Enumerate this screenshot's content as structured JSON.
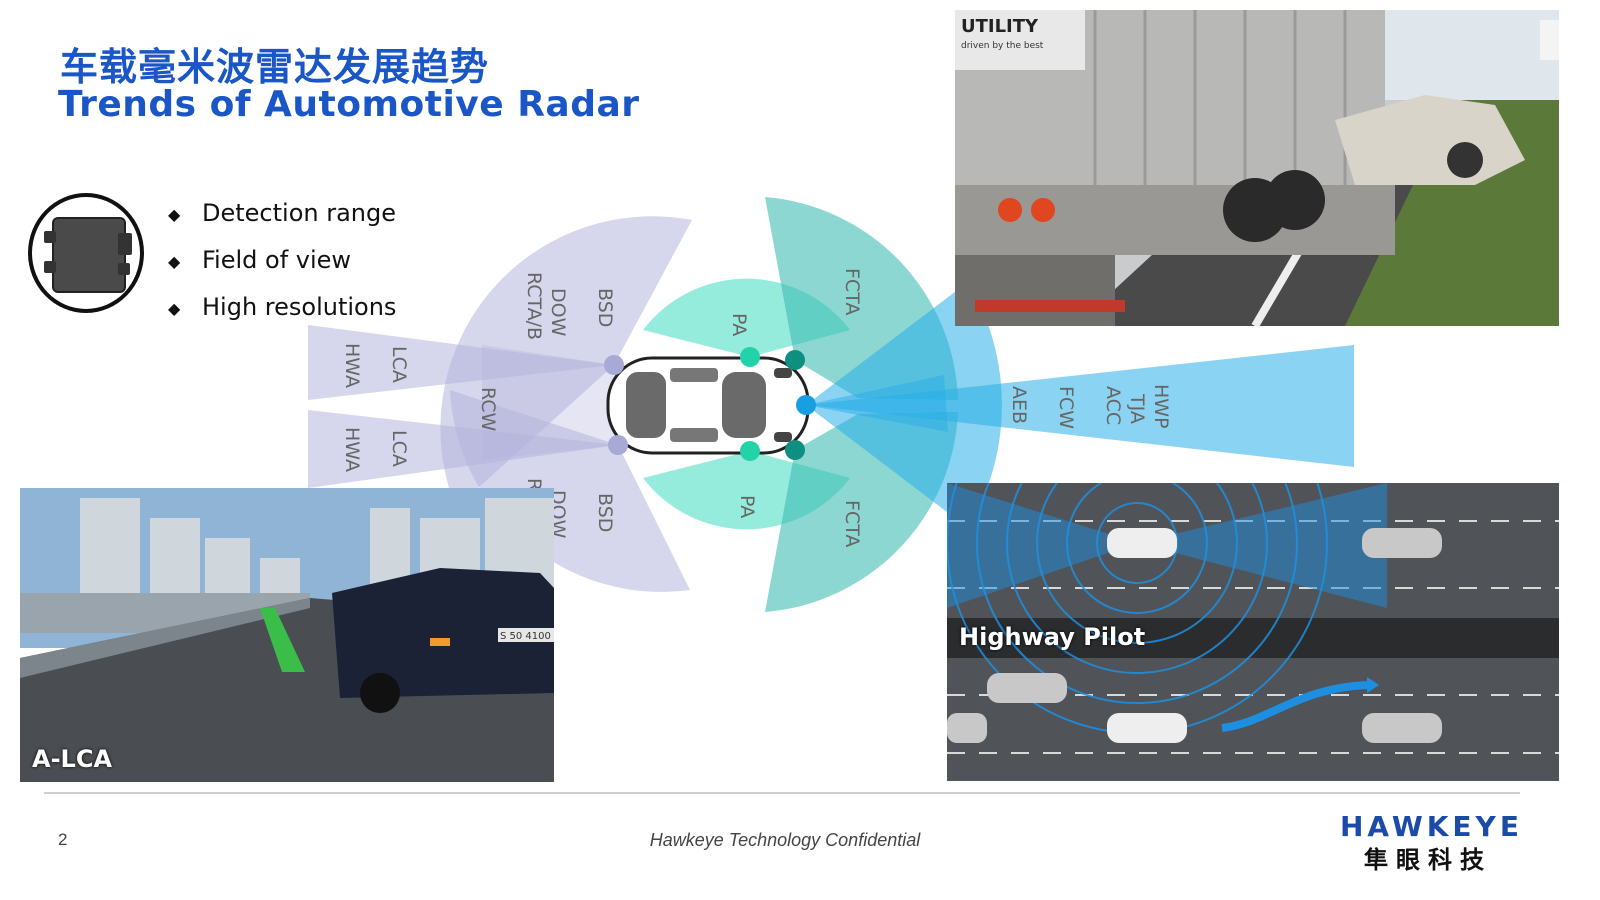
{
  "title": {
    "cn": "车载毫米波雷达发展趋势",
    "en": "Trends of Automotive Radar"
  },
  "bullets": [
    {
      "text": "Detection range"
    },
    {
      "text": "Field of view"
    },
    {
      "text": "High resolutions"
    }
  ],
  "diagram": {
    "labels": {
      "bsd": "BSD",
      "dow": "DOW",
      "rcta": "RCTA/B",
      "lca": "LCA",
      "hwa": "HWA",
      "rcw": "RCW",
      "pa": "PA",
      "fcta": "FCTA",
      "aeb": "AEB",
      "fcw": "FCW",
      "acc": "ACC",
      "tja": "TJA",
      "hwp": "HWP"
    },
    "colors": {
      "lavender": "#b5b5dc",
      "mint": "#4fe0c4",
      "teal": "#3fbdb4",
      "blue": "#29aee8",
      "sensor_rear": "#a9a9d8",
      "sensor_pa": "#22d3aa",
      "sensor_corner": "#0f8f80",
      "sensor_front": "#1a9ee2"
    }
  },
  "photos": {
    "crash": {
      "sign_text": "driven by the best",
      "brand_text": "UTILITY"
    },
    "alca": {
      "label": "A-LCA",
      "plate": "S 50 4100"
    },
    "highway": {
      "label": "Highway Pilot"
    }
  },
  "footer": {
    "page_number": "2",
    "confidential": "Hawkeye Technology Confidential",
    "logo_en": "HAWKEYE",
    "logo_cn": "隼眼科技"
  }
}
